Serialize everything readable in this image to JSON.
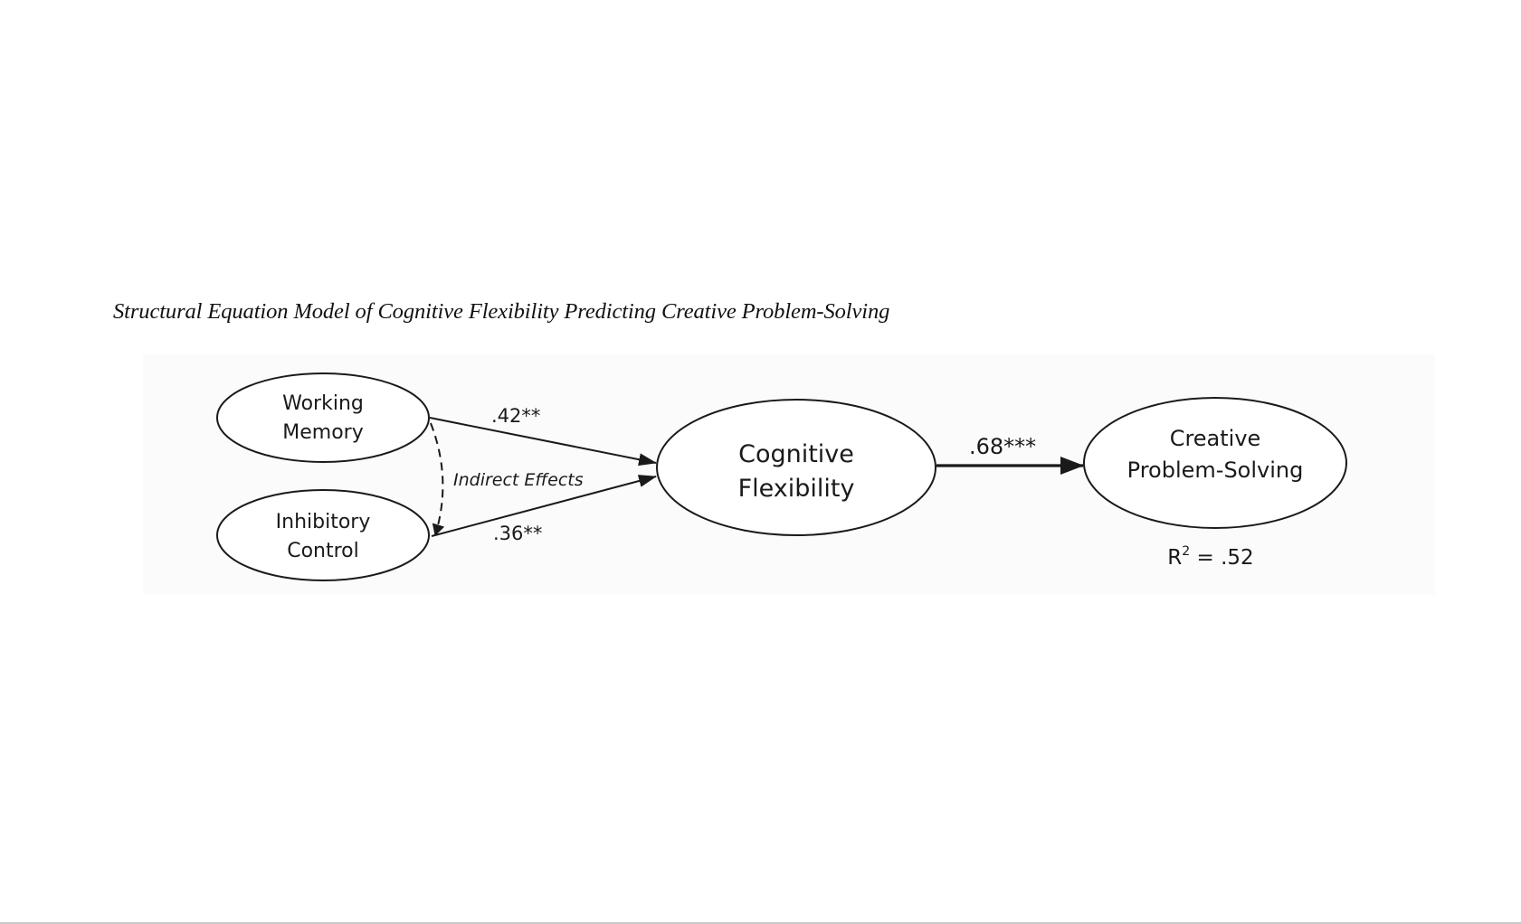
{
  "figure": {
    "title": "Structural Equation Model of Cognitive Flexibility Predicting Creative Problem-Solving"
  },
  "nodes": {
    "working_memory": {
      "lines": [
        "Working",
        "Memory"
      ]
    },
    "inhibitory_control": {
      "lines": [
        "Inhibitory",
        "Control"
      ]
    },
    "cognitive_flexibility": {
      "lines": [
        "Cognitive",
        "Flexibility"
      ]
    },
    "creative_problem_solving": {
      "lines": [
        "Creative",
        "Problem-Solving"
      ]
    }
  },
  "paths": {
    "wm_to_cf": {
      "coefficient": ".42**"
    },
    "ic_to_cf": {
      "coefficient": ".36**"
    },
    "cf_to_cps": {
      "coefficient": ".68***"
    },
    "wm_ic_indirect": {
      "label": "Indirect Effects"
    }
  },
  "outcome": {
    "r_squared_label": "R",
    "r_squared_sup": "2",
    "r_squared_value": " = .52"
  },
  "colors": {
    "stroke": "#1a1a1a",
    "figure_background": "#fbfbfb"
  }
}
